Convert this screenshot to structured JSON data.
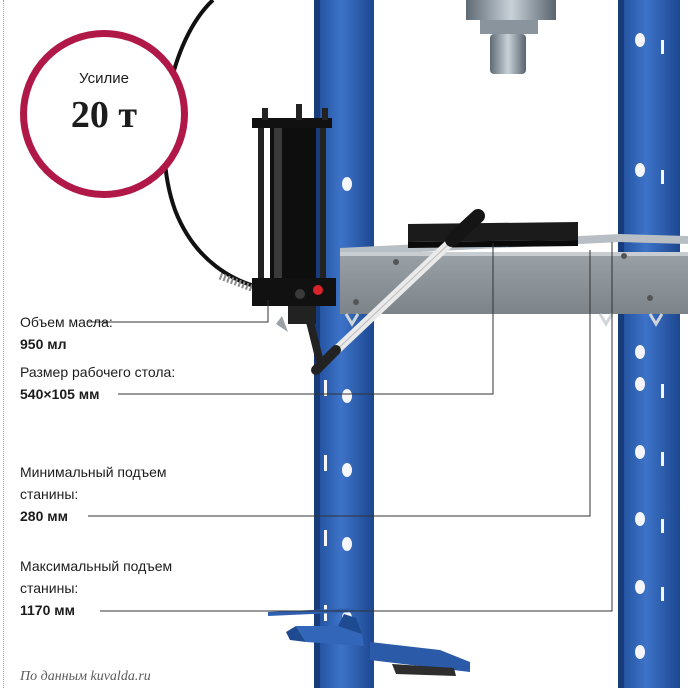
{
  "colors": {
    "badge_ring": "#b01848",
    "frame_blue": "#2f5fb0",
    "text": "#1c1c1c",
    "leader_lines": "#333333"
  },
  "badge": {
    "label": "Усилие",
    "value": "20 т"
  },
  "specs": [
    {
      "label": "Объем масла:",
      "value": "950 мл"
    },
    {
      "label": "Размер рабочего стола:",
      "value": "540×105 мм"
    },
    {
      "label": "Минимальный подъем станины:",
      "value": "280 мм"
    },
    {
      "label": "Максимальный подъем станины:",
      "value": "1170 мм"
    }
  ],
  "source_note": "По данным kuvalda.ru"
}
